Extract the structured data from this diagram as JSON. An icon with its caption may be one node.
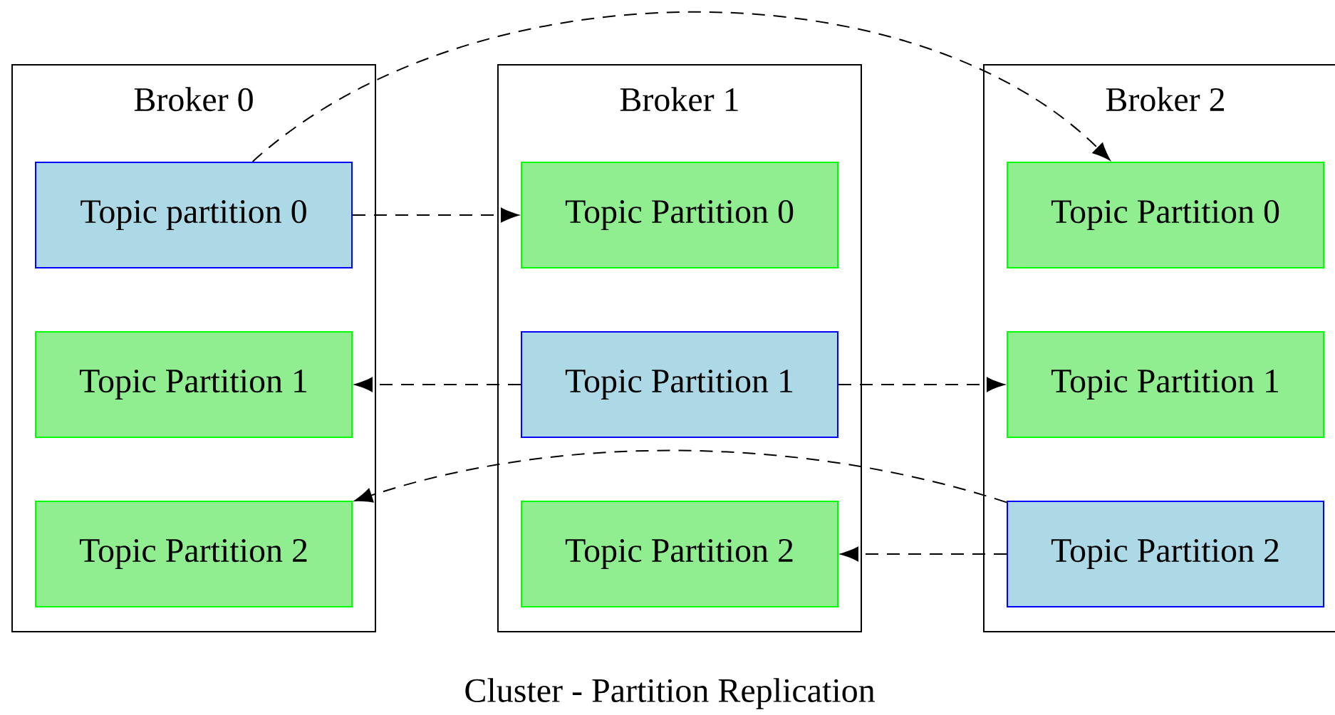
{
  "diagram": {
    "caption": "Cluster - Partition Replication",
    "nodes": [
      {
        "text": [
          "Broker 0"
        ]
      },
      {
        "text": [
          "Topic partition 0"
        ],
        "in": 0
      },
      {
        "text": [
          "Topic Partition 1"
        ],
        "in": 0
      },
      {
        "text": [
          "Topic Partition 2"
        ],
        "in": 0
      },
      {
        "text": [
          "Broker 1"
        ]
      },
      {
        "text": [
          "Topic Partition 0"
        ],
        "in": 4
      },
      {
        "text": [
          "Topic Partition 1"
        ],
        "in": 4
      },
      {
        "text": [
          "Topic Partition 2"
        ],
        "in": 4
      },
      {
        "text": [
          "Broker 2"
        ]
      },
      {
        "text": [
          "Topic Partition 0"
        ],
        "in": 8
      },
      {
        "text": [
          "Topic Partition 1"
        ],
        "in": 8
      },
      {
        "text": [
          "Topic Partition 2"
        ],
        "in": 8
      }
    ],
    "edges": [
      {
        "from": 1,
        "to": 5,
        "arrow": "to",
        "style": "dashed"
      },
      {
        "from": 1,
        "to": 9,
        "arrow": "to",
        "style": "dashed"
      },
      {
        "from": 6,
        "to": 2,
        "arrow": "to",
        "style": "dashed"
      },
      {
        "from": 6,
        "to": 10,
        "arrow": "to",
        "style": "dashed"
      },
      {
        "from": 11,
        "to": 3,
        "arrow": "to",
        "style": "dashed"
      },
      {
        "from": 11,
        "to": 7,
        "arrow": "to",
        "style": "dashed"
      }
    ]
  }
}
